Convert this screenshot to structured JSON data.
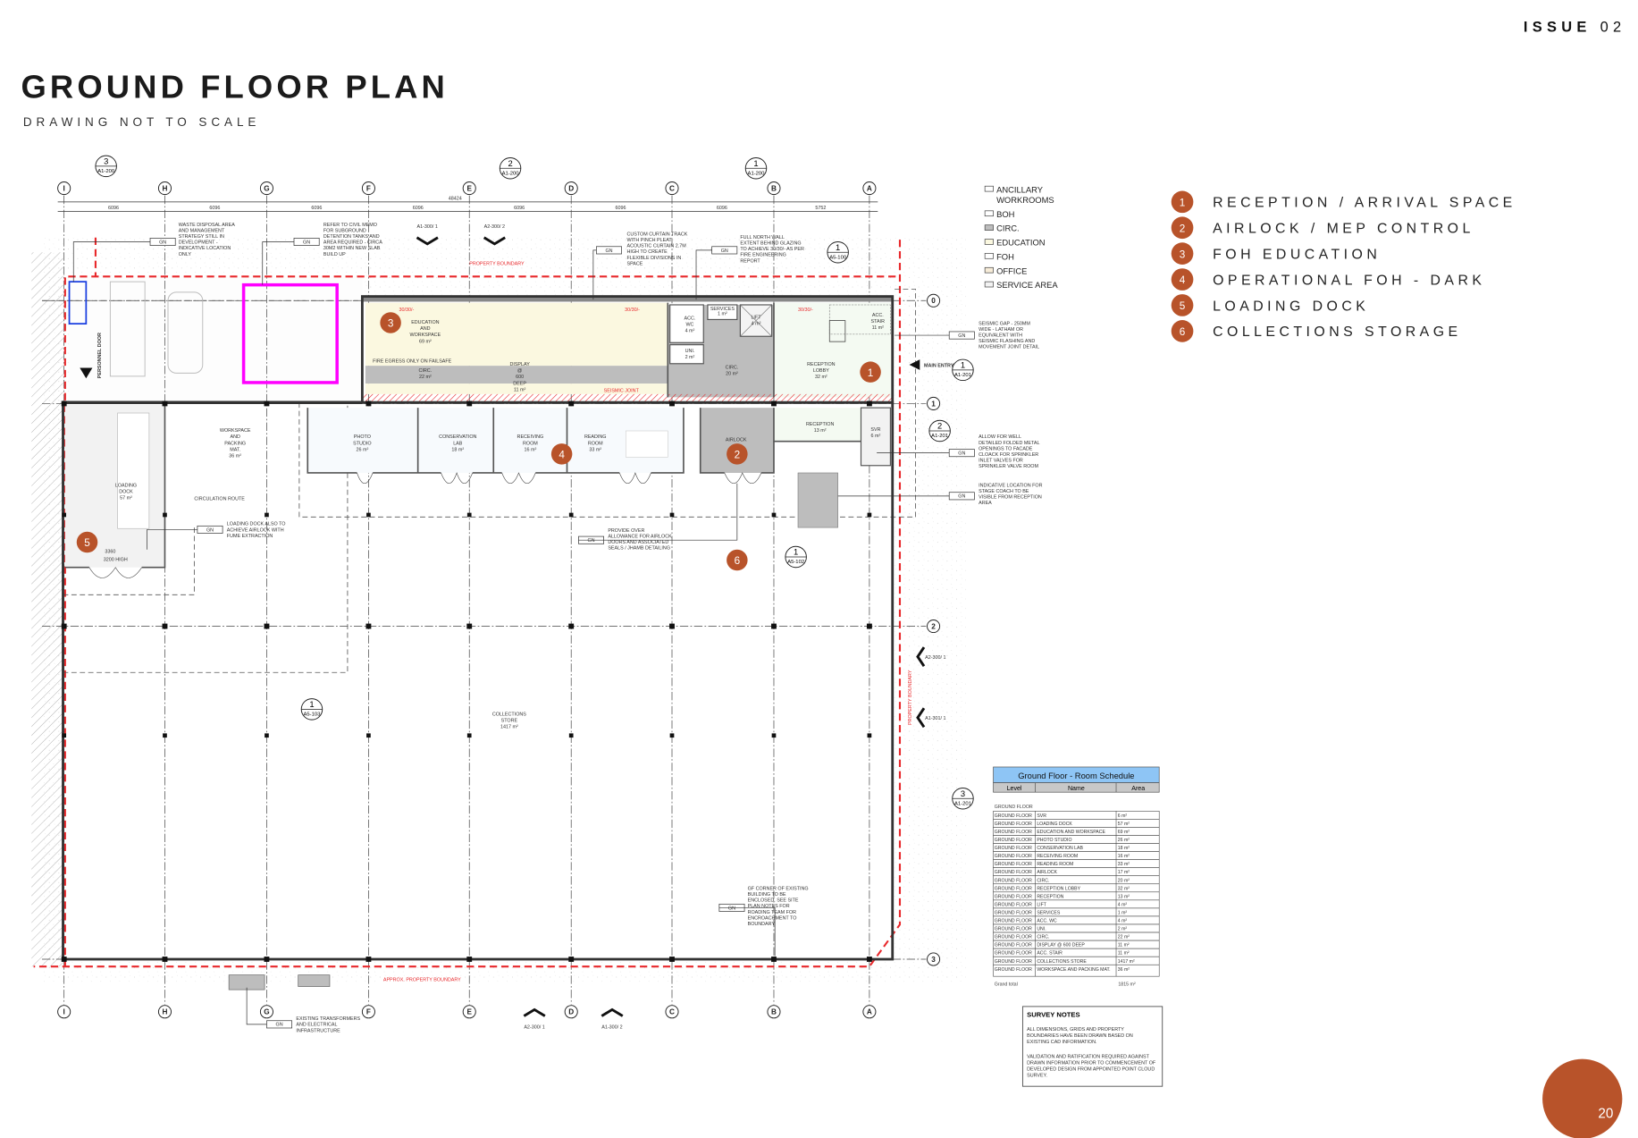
{
  "header": {
    "title": "GROUND FLOOR PLAN",
    "subtitle": "DRAWING NOT TO SCALE",
    "issue_label": "ISSUE",
    "issue_number": "02"
  },
  "page_number": "20",
  "colors": {
    "accent": "#b8532a",
    "property_boundary": "#e8282b",
    "highlight": "#ff00ff",
    "schedule_header": "#8ec5f5"
  },
  "grid": {
    "columns": [
      "I",
      "H",
      "G",
      "F",
      "E",
      "D",
      "C",
      "B",
      "A"
    ],
    "rows": [
      "0",
      "1",
      "2",
      "3"
    ],
    "dimensions": [
      "6096",
      "6096",
      "6096",
      "6096",
      "6096",
      "6096",
      "6096",
      "5752"
    ],
    "overall": "48424"
  },
  "legend": [
    {
      "label": "ANCILLARY",
      "label2": "WORKROOMS",
      "swatch": "#ffffff"
    },
    {
      "label": "BOH",
      "swatch": "#ffffff"
    },
    {
      "label": "CIRC.",
      "swatch": "#bdbdbd"
    },
    {
      "label": "EDUCATION",
      "swatch": "#fbf8e0"
    },
    {
      "label": "FOH",
      "swatch": "#ffffff"
    },
    {
      "label": "OFFICE",
      "swatch": "#f7ecd8"
    },
    {
      "label": "SERVICE AREA",
      "swatch": "#f2f2f2"
    }
  ],
  "key": [
    {
      "n": "1",
      "label": "RECEPTION / ARRIVAL SPACE"
    },
    {
      "n": "2",
      "label": "AIRLOCK / MEP CONTROL"
    },
    {
      "n": "3",
      "label": "FOH EDUCATION"
    },
    {
      "n": "4",
      "label": "OPERATIONAL FOH - DARK"
    },
    {
      "n": "5",
      "label": "LOADING DOCK"
    },
    {
      "n": "6",
      "label": "COLLECTIONS STORAGE"
    }
  ],
  "rooms": {
    "education": {
      "l1": "EDUCATION",
      "l2": "AND",
      "l3": "WORKSPACE",
      "area": "69 m²"
    },
    "circ22": {
      "l1": "CIRC.",
      "area": "22 m²"
    },
    "display": {
      "l1": "DISPLAY",
      "l2": "@",
      "l3": "600",
      "l4": "DEEP",
      "area": "11 m²"
    },
    "circ20": {
      "l1": "CIRC.",
      "area": "20 m²"
    },
    "accwc": {
      "l1": "ACC.",
      "l2": "WC",
      "area": "4 m²"
    },
    "uni": {
      "l1": "UNI.",
      "area": "2 m²"
    },
    "services": {
      "l1": "SERVICES",
      "area": "1 m²"
    },
    "lift": {
      "l1": "LIFT",
      "area": "4 m²"
    },
    "lobby": {
      "l1": "RECEPTION",
      "l2": "LOBBY",
      "area": "32 m²"
    },
    "accstair": {
      "l1": "ACC.",
      "l2": "STAIR",
      "area": "11 m²"
    },
    "reception": {
      "l1": "RECEPTION",
      "area": "13 m²"
    },
    "svr": {
      "l1": "SVR",
      "area": "6 m²"
    },
    "airlock": {
      "l1": "AIRLOCK"
    },
    "reading": {
      "l1": "READING",
      "l2": "ROOM",
      "area": "33 m²"
    },
    "receiving": {
      "l1": "RECEIVING",
      "l2": "ROOM",
      "area": "16 m²"
    },
    "conservation": {
      "l1": "CONSERVATION",
      "l2": "LAB",
      "area": "18 m²"
    },
    "photo": {
      "l1": "PHOTO",
      "l2": "STUDIO",
      "area": "26 m²"
    },
    "workspace": {
      "l1": "WORKSPACE",
      "l2": "AND",
      "l3": "PACKING",
      "l4": "MAT.",
      "area": "36 m²"
    },
    "loading": {
      "l1": "LOADING",
      "l2": "DOCK",
      "area": "57 m²"
    },
    "collections": {
      "l1": "COLLECTIONS",
      "l2": "STORE",
      "area": "1417 m²"
    }
  },
  "plan_labels": {
    "fire_egress": "FIRE EGRESS ONLY ON FAILSAFE",
    "seismic_joint": "SEISMIC JOINT",
    "property_boundary": "PROPERTY BOUNDARY",
    "approx_boundary": "APPROX. PROPERTY BOUNDARY",
    "main_entry": "MAIN ENTRY",
    "personnel_door": "PERSONNEL DOOR",
    "circulation_route": "CIRCULATION ROUTE",
    "fire_rating": "30/30/-",
    "door_width": "3360",
    "door_height": "3200 HIGH",
    "gn": "GN"
  },
  "sections": {
    "s3_a1200": {
      "n": "3",
      "ref": "A1-200"
    },
    "s2_a1200": {
      "n": "2",
      "ref": "A1-200"
    },
    "s1_a1200": {
      "n": "1",
      "ref": "A1-200"
    },
    "s1_a5100": {
      "n": "1",
      "ref": "A5-100"
    },
    "s1_a1201": {
      "n": "1",
      "ref": "A1-201"
    },
    "s2_a1201": {
      "n": "2",
      "ref": "A1-201"
    },
    "s3_a1201": {
      "n": "3",
      "ref": "A1-201"
    },
    "s1_a5103": {
      "n": "1",
      "ref": "A5-103"
    },
    "s1_a5102": {
      "n": "1",
      "ref": "A5-102"
    },
    "c_top1": "A1-300/ 1",
    "c_top2": "A2-300/ 2",
    "c_bot1": "A2-300/ 1",
    "c_bot2": "A1-300/ 2",
    "c_r1": "A2-300/ 1",
    "c_r2": "A1-301/ 1"
  },
  "notes": {
    "waste": [
      "WASTE DISPOSAL AREA",
      "AND MANAGEMENT",
      "STRATEGY STILL IN",
      "DEVELOPMENT -",
      "INDICATIVE LOCATION",
      "ONLY"
    ],
    "civil": [
      "REFER TO CIVIL MEMO",
      "FOR SUBGROUND",
      "DETENTION TANKS AND",
      "AREA REQUIRED - CIRCA",
      "30M2 WITHIN NEW SLAB",
      "BUILD UP"
    ],
    "curtain": [
      "CUSTOM CURTAIN TRACK",
      "WITH PINCH PLEAT",
      "ACOUSTIC CURTAIN 2.7M",
      "HIGH TO CREATE",
      "FLEXIBLE DIVISIONS IN",
      "SPACE"
    ],
    "northwall": [
      "FULL NORTH WALL",
      "EXTENT BEHIND GLAZING",
      "TO ACHIEVE 30/30/- AS PER",
      "FIRE ENGINEERING",
      "REPORT"
    ],
    "seismic": [
      "SEISMIC GAP - 250MM",
      "WIDE - LATHAM OR",
      "EQUIVALENT WITH",
      "SEISMIC FLASHING AND",
      "MOVEMENT JOINT DETAIL"
    ],
    "folded": [
      "ALLOW FOR WELL",
      "DETAILED FOLDED METAL",
      "OPENINGS TO FACADE",
      "CLOACK FOR SPRINKLER",
      "INLET VALVES FOR",
      "SPRINKLER VALVE ROOM"
    ],
    "stagecoach": [
      "INDICATIVE LOCATION FOR",
      "STAGE COACH TO BE",
      "VISIBLE FROM RECEPTION",
      "AREA"
    ],
    "loadingdock": [
      "LOADING DOCK ALSO TO",
      "ACHIEVE AIRLOCK WITH",
      "FUME EXTRACTION"
    ],
    "airlockdoors": [
      "PROVIDE OVER",
      "ALLOWANCE FOR AIRLOCK",
      "DOORS AND ASSOCIATED",
      "SEALS / JHAMB DETAILING"
    ],
    "corner": [
      "GF CORNER OF EXISTING",
      "BUILDING TO BE",
      "ENCLOSED. SEE SITE",
      "PLAN NOTES FOR",
      "ROADING TEAM FOR",
      "ENCROACHMENT TO",
      "BOUNDARY"
    ],
    "transformers": [
      "EXISTING TRANSFORMERS",
      "AND ELECTRICAL",
      "INFRASTRUCTURE"
    ]
  },
  "schedule": {
    "title": "Ground Floor - Room Schedule",
    "headers": [
      "Level",
      "Name",
      "Area"
    ],
    "group": "GROUND FLOOR",
    "rows": [
      [
        "GROUND FLOOR",
        "SVR",
        "6 m²"
      ],
      [
        "GROUND FLOOR",
        "LOADING DOCK",
        "57 m²"
      ],
      [
        "GROUND FLOOR",
        "EDUCATION AND WORKSPACE",
        "69 m²"
      ],
      [
        "GROUND FLOOR",
        "PHOTO STUDIO",
        "26 m²"
      ],
      [
        "GROUND FLOOR",
        "CONSERVATION LAB",
        "18 m²"
      ],
      [
        "GROUND FLOOR",
        "RECEIVING ROOM",
        "16 m²"
      ],
      [
        "GROUND FLOOR",
        "READING ROOM",
        "33 m²"
      ],
      [
        "GROUND FLOOR",
        "AIRLOCK",
        "17 m²"
      ],
      [
        "GROUND FLOOR",
        "CIRC.",
        "20 m²"
      ],
      [
        "GROUND FLOOR",
        "RECEPTION LOBBY",
        "32 m²"
      ],
      [
        "GROUND FLOOR",
        "RECEPTION",
        "13 m²"
      ],
      [
        "GROUND FLOOR",
        "LIFT",
        "4 m²"
      ],
      [
        "GROUND FLOOR",
        "SERVICES",
        "1 m²"
      ],
      [
        "GROUND FLOOR",
        "ACC. WC",
        "4 m²"
      ],
      [
        "GROUND FLOOR",
        "UNI.",
        "2 m²"
      ],
      [
        "GROUND FLOOR",
        "CIRC.",
        "22 m²"
      ],
      [
        "GROUND FLOOR",
        "DISPLAY @ 600 DEEP",
        "11 m²"
      ],
      [
        "GROUND FLOOR",
        "ACC. STAIR",
        "11 m²"
      ],
      [
        "GROUND FLOOR",
        "COLLECTIONS STORE",
        "1417 m²"
      ],
      [
        "GROUND FLOOR",
        "WORKSPACE AND PACKING MAT.",
        "36 m²"
      ]
    ],
    "total_label": "Grand total",
    "total_value": "1815 m²"
  },
  "survey_notes": {
    "title": "SURVEY NOTES",
    "p1": [
      "ALL DIMENSIONS, GRIDS AND PROPERTY",
      "BOUNDARIES HAVE BEEN DRAWN BASED ON",
      "EXISTING CAD INFORMATION."
    ],
    "p2": [
      "VALIDATION AND RATIFICATION REQUIRED AGAINST",
      "DRAWN INFORMATION PRIOR TO COMMENCEMENT OF",
      "DEVELOPED DESIGN FROM APPOINTED POINT CLOUD",
      "SURVEY."
    ]
  }
}
